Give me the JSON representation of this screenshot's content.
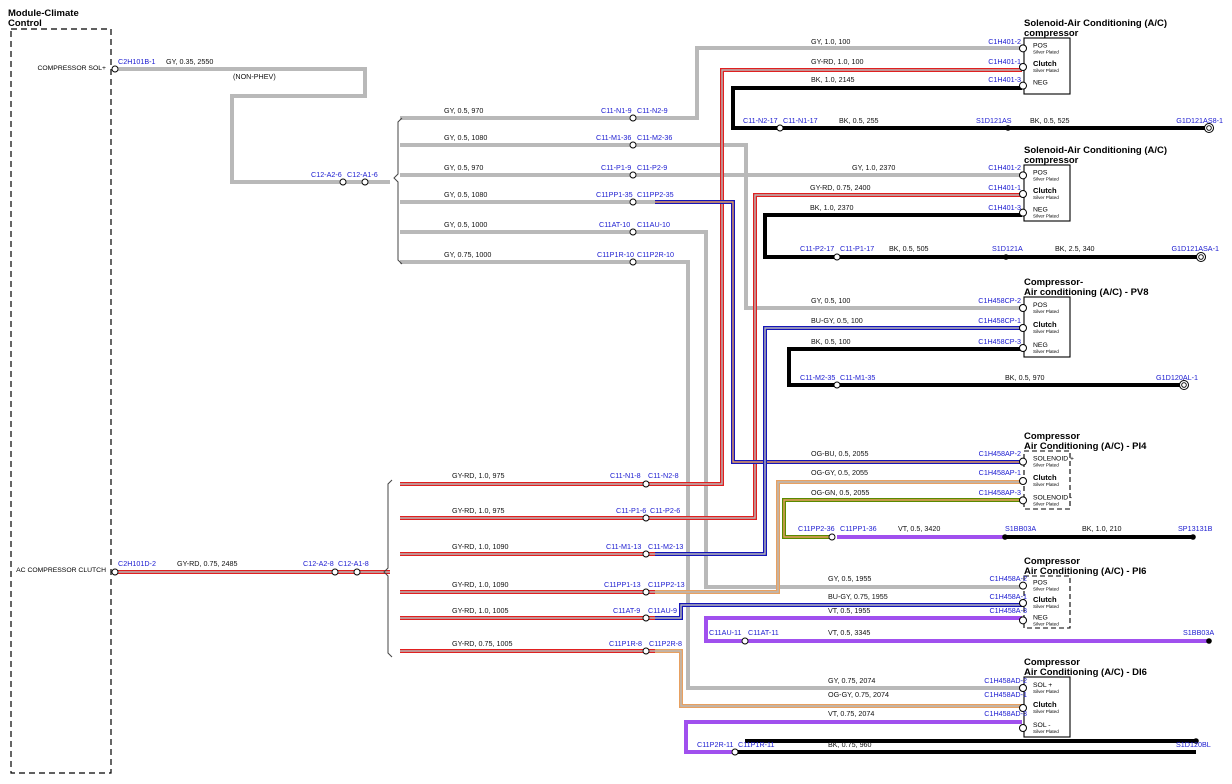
{
  "colors": {
    "GY": "#b9b9b9",
    "BK": "#000000",
    "RD": "#e02020",
    "BU": "#1515b8",
    "OG": "#e8a060",
    "GN": "#5a8a00",
    "VT": "#a050ee",
    "conn": "#1a1ad0"
  },
  "module": {
    "title_line1": "Module-Climate",
    "title_line2": "Control",
    "pin_sol": "COMPRESSOR SOL+",
    "pin_clutch": "AC COMPRESSOR CLUTCH"
  },
  "components": [
    {
      "line1": "Solenoid-Air Conditioning (A/C)",
      "line2": "compressor",
      "pins": [
        {
          "name": "POS",
          "sub": "Silver Plated"
        },
        {
          "name": "Clutch",
          "sub": "Silver Plated"
        },
        {
          "name": "NEG",
          "sub": ""
        }
      ]
    },
    {
      "line1": "Solenoid-Air Conditioning (A/C)",
      "line2": "compressor",
      "pins": [
        {
          "name": "POS",
          "sub": "Silver Plated"
        },
        {
          "name": "Clutch",
          "sub": "Silver Plated"
        },
        {
          "name": "NEG",
          "sub": "Silver Plated"
        }
      ]
    },
    {
      "line1": "Compressor-",
      "line2": "Air conditioning (A/C) - PV8",
      "pins": [
        {
          "name": "POS",
          "sub": "Silver Plated"
        },
        {
          "name": "Clutch",
          "sub": "Silver Plated"
        },
        {
          "name": "NEG",
          "sub": "Silver Plated"
        }
      ]
    },
    {
      "line1": "Compressor",
      "line2": "Air Conditioning (A/C) - PI4",
      "pins": [
        {
          "name": "SOLENOID +",
          "sub": "Silver Plated"
        },
        {
          "name": "Clutch",
          "sub": "Silver Plated"
        },
        {
          "name": "SOLENOID -",
          "sub": "Silver Plated"
        }
      ]
    },
    {
      "line1": "Compressor",
      "line2": "Air Conditioning (A/C) - PI6",
      "pins": [
        {
          "name": "POS",
          "sub": "Silver Plated"
        },
        {
          "name": "Clutch",
          "sub": "Silver Plated"
        },
        {
          "name": "NEG",
          "sub": "Silver Plated"
        }
      ]
    },
    {
      "line1": "Compressor",
      "line2": "Air Conditioning (A/C) - DI6",
      "pins": [
        {
          "name": "SOL +",
          "sub": "Silver Plated"
        },
        {
          "name": "Clutch",
          "sub": "Silver Plated"
        },
        {
          "name": "SOL -",
          "sub": "Silver Plated"
        }
      ]
    }
  ],
  "grounds": [
    "G1D121AS8-1",
    "G1D121ASA-1",
    "G1D120AL-1"
  ],
  "splices": [
    "S1D121AS",
    "S1D121A",
    "S1BB03A",
    "SP13131B",
    "S1BB03A",
    "S1D120BL"
  ],
  "wire_labels": [
    "GY, 0.35, 2550",
    "(NON-PHEV)",
    "GY-RD, 0.75, 2485",
    "GY, 0.5, 970",
    "GY, 0.5, 1080",
    "GY, 0.5, 970",
    "GY, 0.5, 1080",
    "GY, 0.5, 1000",
    "GY, 0.75, 1000",
    "GY-RD, 1.0, 975",
    "GY-RD, 1.0, 975",
    "GY-RD, 1.0, 1090",
    "GY-RD, 1.0, 1090",
    "GY-RD, 1.0, 1005",
    "GY-RD, 0.75, 1005",
    "GY, 1.0, 100",
    "GY-RD, 1.0, 100",
    "BK, 1.0, 2145",
    "BK, 0.5, 255",
    "BK, 0.5, 525",
    "GY, 1.0, 2370",
    "GY-RD, 0.75, 2400",
    "BK, 1.0, 2370",
    "BK, 0.5, 505",
    "BK, 2.5, 340",
    "GY, 0.5, 100",
    "BU-GY, 0.5, 100",
    "BK, 0.5, 100",
    "BK, 0.5, 970",
    "OG-BU, 0.5, 2055",
    "OG-GY, 0.5, 2055",
    "OG-GN, 0.5, 2055",
    "VT, 0.5, 3420",
    "BK, 1.0, 210",
    "GY, 0.5, 1955",
    "BU-GY, 0.75, 1955",
    "VT, 0.5, 1955",
    "VT, 0.5, 3345",
    "GY, 0.75, 2074",
    "OG-GY, 0.75, 2074",
    "VT, 0.75, 2074",
    "BK, 0.75, 960"
  ],
  "connector_labels": [
    "C2H101B-1",
    "C12-A2-6",
    "C12-A1-6",
    "C2H101D-2",
    "C12-A2-8",
    "C12-A1-8",
    "C11-N1-9",
    "C11-N2-9",
    "C11-M1-36",
    "C11-M2-36",
    "C11-P1-9",
    "C11-P2-9",
    "C11PP1-35",
    "C11PP2-35",
    "C11AT-10",
    "C11AU-10",
    "C11P1R-10",
    "C11P2R-10",
    "C11-N1-8",
    "C11-N2-8",
    "C11-P1-6",
    "C11-P2-6",
    "C11-M1-13",
    "C11-M2-13",
    "C11PP1-13",
    "C11PP2-13",
    "C11AT-9",
    "C11AU-9",
    "C11P1R-8",
    "C11P2R-8",
    "C1H401-2",
    "C1H401-1",
    "C1H401-3",
    "C11-N2-17",
    "C11-N1-17",
    "C1H401-2",
    "C1H401-1",
    "C1H401-3",
    "C11-P2-17",
    "C11-P1-17",
    "C1H458CP-2",
    "C1H458CP-1",
    "C1H458CP-3",
    "C11-M2-35",
    "C11-M1-35",
    "C1H458AP-2",
    "C1H458AP-1",
    "C1H458AP-3",
    "C11PP2-36",
    "C11PP1-36",
    "C1H458A-2",
    "C1H458A-1",
    "C1H458A-3",
    "C11AU-11",
    "C11AT-11",
    "C1H458AD-2",
    "C1H458AD-1",
    "C1H458AD-3",
    "C11P2R-11",
    "C11P1R-11"
  ]
}
